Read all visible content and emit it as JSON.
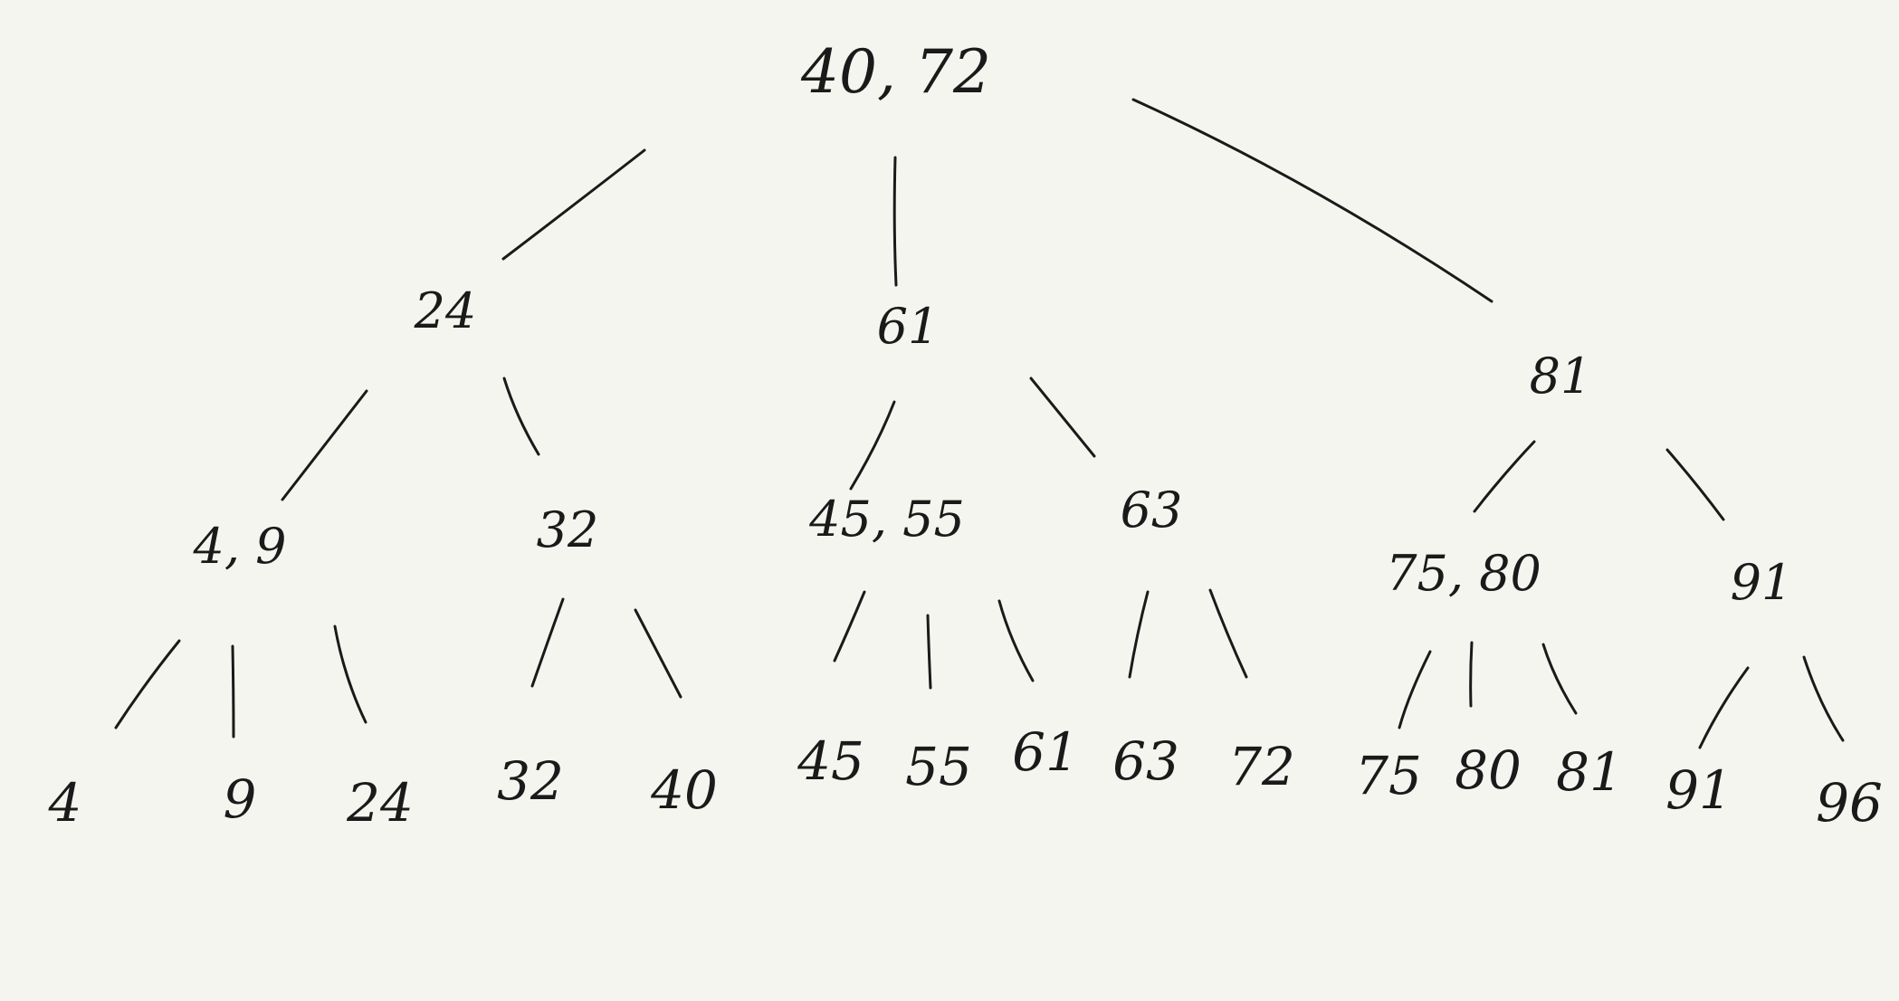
{
  "nodes": [
    {
      "id": "root",
      "label": "40, 72"
    },
    {
      "id": "n24",
      "label": "24"
    },
    {
      "id": "n61",
      "label": "61"
    },
    {
      "id": "n81",
      "label": "81"
    },
    {
      "id": "n4_9",
      "label": "4, 9"
    },
    {
      "id": "n32",
      "label": "32"
    },
    {
      "id": "n45_55",
      "label": "45, 55"
    },
    {
      "id": "n63",
      "label": "63"
    },
    {
      "id": "n75_80",
      "label": "75, 80"
    },
    {
      "id": "n91",
      "label": "91"
    },
    {
      "id": "leaf4",
      "label": "4"
    },
    {
      "id": "leaf9",
      "label": "9"
    },
    {
      "id": "leaf24",
      "label": "24"
    },
    {
      "id": "leaf32",
      "label": "32"
    },
    {
      "id": "leaf40",
      "label": "40"
    },
    {
      "id": "leaf45",
      "label": "45"
    },
    {
      "id": "leaf55",
      "label": "55"
    },
    {
      "id": "leaf61",
      "label": "61"
    },
    {
      "id": "leaf63",
      "label": "63"
    },
    {
      "id": "leaf72",
      "label": "72"
    },
    {
      "id": "leaf75",
      "label": "75"
    },
    {
      "id": "leaf80",
      "label": "80"
    },
    {
      "id": "leaf81",
      "label": "81"
    },
    {
      "id": "leaf91",
      "label": "91"
    },
    {
      "id": "leaf96",
      "label": "96"
    }
  ],
  "edges": [
    {
      "from": "root",
      "to": "n24"
    },
    {
      "from": "root",
      "to": "n61"
    },
    {
      "from": "root",
      "to": "n81"
    },
    {
      "from": "n24",
      "to": "n4_9"
    },
    {
      "from": "n24",
      "to": "n32"
    },
    {
      "from": "n61",
      "to": "n45_55"
    },
    {
      "from": "n61",
      "to": "n63"
    },
    {
      "from": "n81",
      "to": "n75_80"
    },
    {
      "from": "n81",
      "to": "n91"
    },
    {
      "from": "n4_9",
      "to": "leaf4"
    },
    {
      "from": "n4_9",
      "to": "leaf9"
    },
    {
      "from": "n4_9",
      "to": "leaf24"
    },
    {
      "from": "n32",
      "to": "leaf32"
    },
    {
      "from": "n32",
      "to": "leaf40"
    },
    {
      "from": "n45_55",
      "to": "leaf45"
    },
    {
      "from": "n45_55",
      "to": "leaf55"
    },
    {
      "from": "n45_55",
      "to": "leaf61"
    },
    {
      "from": "n63",
      "to": "leaf63"
    },
    {
      "from": "n63",
      "to": "leaf72"
    },
    {
      "from": "n75_80",
      "to": "leaf75"
    },
    {
      "from": "n75_80",
      "to": "leaf80"
    },
    {
      "from": "n75_80",
      "to": "leaf81"
    },
    {
      "from": "n91",
      "to": "leaf91"
    },
    {
      "from": "n91",
      "to": "leaf96"
    }
  ]
}
